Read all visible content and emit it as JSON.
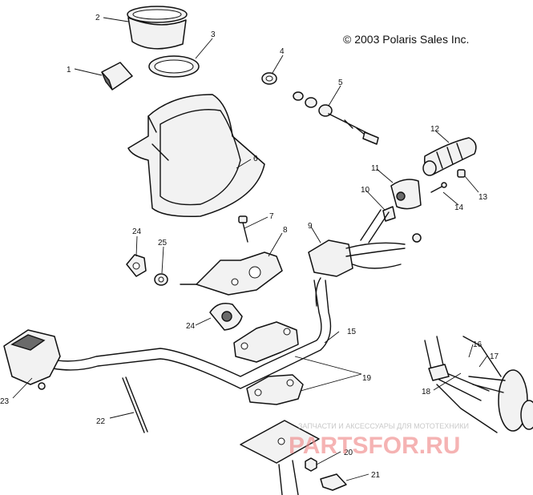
{
  "copyright": "© 2003 Polaris Sales Inc.",
  "callouts": [
    "1",
    "2",
    "3",
    "4",
    "5",
    "6",
    "7",
    "8",
    "9",
    "10",
    "11",
    "12",
    "13",
    "14",
    "15",
    "16",
    "17",
    "18",
    "19",
    "20",
    "21",
    "22",
    "23",
    "24",
    "25",
    "24"
  ],
  "watermark": {
    "tagline": "ЗАПЧАСТИ И АКСЕССУАРЫ ДЛЯ МОТОТЕХНИКИ",
    "brand": "PARTSFOR.RU"
  },
  "colors": {
    "line": "#111111",
    "part_fill": "#f2f2f2",
    "watermark": "#f08b8b"
  }
}
